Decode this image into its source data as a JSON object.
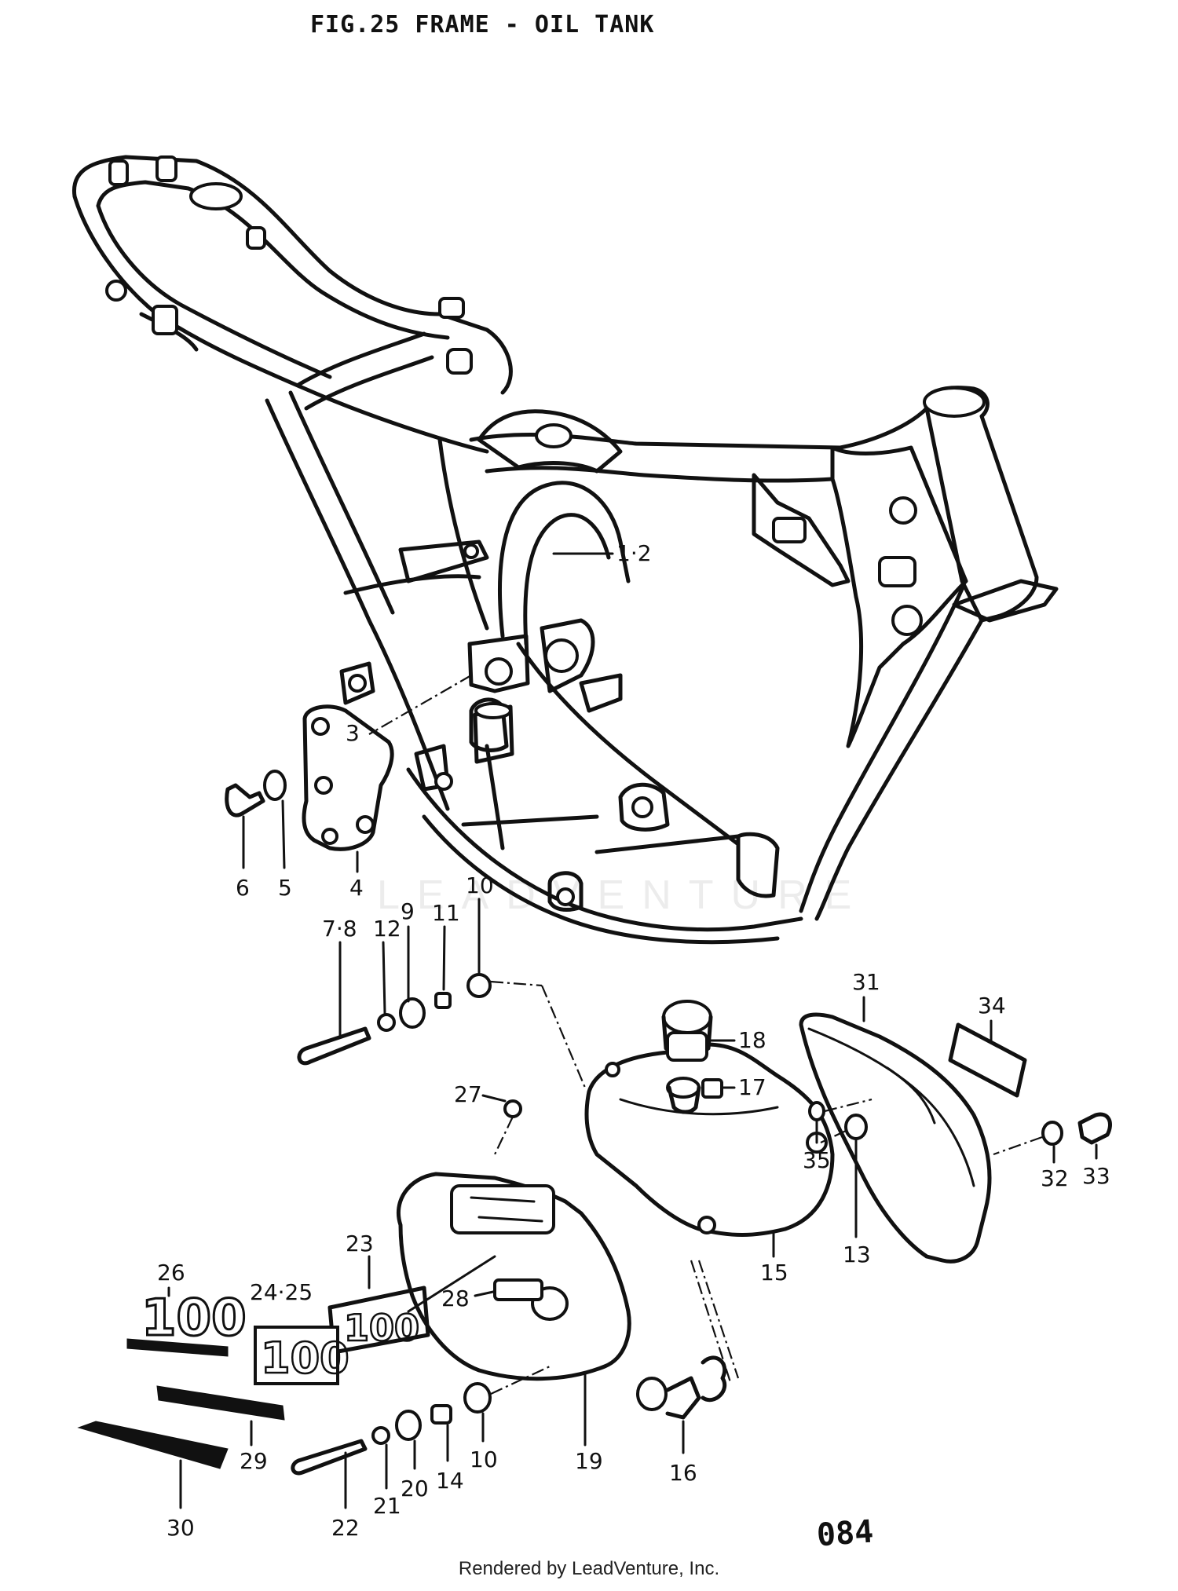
{
  "header": {
    "title": "FIG.25  FRAME - OIL TANK"
  },
  "page_number": "084",
  "footer": {
    "credit": "Rendered by LeadVenture, Inc."
  },
  "watermark": {
    "text": "LEADVENTURE"
  },
  "callouts": {
    "c1_2": "1·2",
    "c3": "3",
    "c4": "4",
    "c5": "5",
    "c6": "6",
    "c7_8": "7·8",
    "c9": "9",
    "c10a": "10",
    "c10b": "10",
    "c11": "11",
    "c12": "12",
    "c13": "13",
    "c14": "14",
    "c15": "15",
    "c16": "16",
    "c17": "17",
    "c18": "18",
    "c19": "19",
    "c20": "20",
    "c21": "21",
    "c22": "22",
    "c23": "23",
    "c24_25": "24·25",
    "c26": "26",
    "c27": "27",
    "c28": "28",
    "c29": "29",
    "c30": "30",
    "c31": "31",
    "c32": "32",
    "c33": "33",
    "c34": "34",
    "c35": "35"
  },
  "emblems": {
    "model": "100"
  },
  "colors": {
    "ink": "#111111",
    "paper": "#ffffff",
    "watermark": "#ececec"
  }
}
